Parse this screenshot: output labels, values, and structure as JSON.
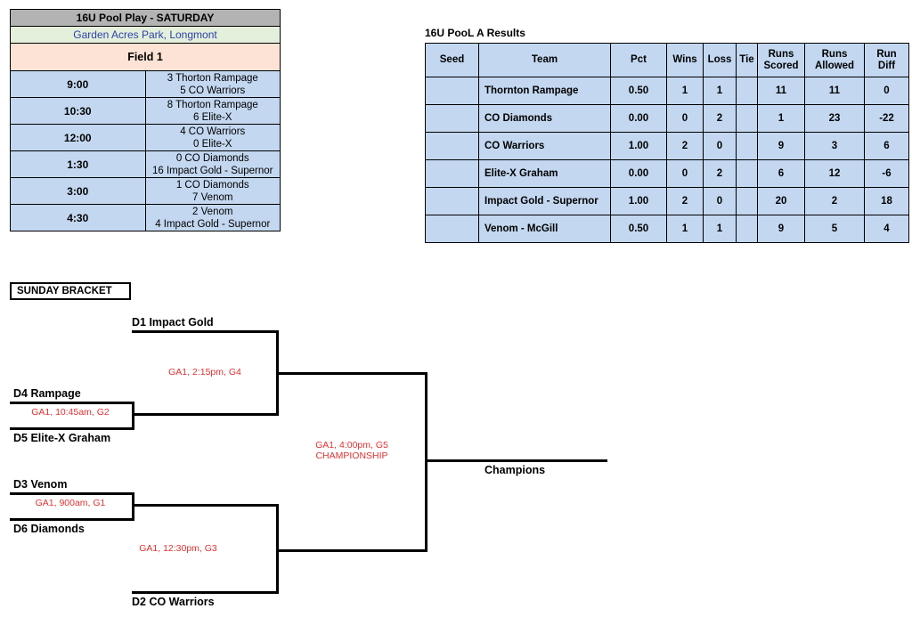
{
  "schedule": {
    "title": "16U Pool Play - SATURDAY",
    "venue": "Garden Acres Park, Longmont",
    "field": "Field 1",
    "rows": [
      {
        "time": "9:00",
        "line1": "3  Thorton Rampage",
        "line2": "5  CO Warriors"
      },
      {
        "time": "10:30",
        "line1": "8  Thorton Rampage",
        "line2": "6  Elite-X"
      },
      {
        "time": "12:00",
        "line1": "4  CO Warriors",
        "line2": "0  Elite-X"
      },
      {
        "time": "1:30",
        "line1": "0  CO Diamonds",
        "line2": "16  Impact Gold - Supernor"
      },
      {
        "time": "3:00",
        "line1": "1  CO Diamonds",
        "line2": "7  Venom"
      },
      {
        "time": "4:30",
        "line1": "2  Venom",
        "line2": "4  Impact Gold - Supernor"
      }
    ]
  },
  "results": {
    "title": "16U PooL A Results",
    "columns": [
      "Seed",
      "Team",
      "Pct",
      "Wins",
      "Loss",
      "Tie",
      "Runs Scored",
      "Runs Allowed",
      "Run Diff"
    ],
    "columns_display": [
      {
        "l1": "Seed",
        "l2": ""
      },
      {
        "l1": "Team",
        "l2": ""
      },
      {
        "l1": "Pct",
        "l2": ""
      },
      {
        "l1": "Wins",
        "l2": ""
      },
      {
        "l1": "Loss",
        "l2": ""
      },
      {
        "l1": "Tie",
        "l2": ""
      },
      {
        "l1": "Runs",
        "l2": "Scored"
      },
      {
        "l1": "Runs",
        "l2": "Allowed"
      },
      {
        "l1": "Run",
        "l2": "Diff"
      }
    ],
    "rows": [
      {
        "seed": "",
        "team": "Thornton Rampage",
        "pct": "0.50",
        "wins": "1",
        "loss": "1",
        "tie": "",
        "rs": "11",
        "ra": "11",
        "rd": "0"
      },
      {
        "seed": "",
        "team": "CO Diamonds",
        "pct": "0.00",
        "wins": "0",
        "loss": "2",
        "tie": "",
        "rs": "1",
        "ra": "23",
        "rd": "-22"
      },
      {
        "seed": "",
        "team": "CO Warriors",
        "pct": "1.00",
        "wins": "2",
        "loss": "0",
        "tie": "",
        "rs": "9",
        "ra": "3",
        "rd": "6"
      },
      {
        "seed": "",
        "team": "Elite-X Graham",
        "pct": "0.00",
        "wins": "0",
        "loss": "2",
        "tie": "",
        "rs": "6",
        "ra": "12",
        "rd": "-6"
      },
      {
        "seed": "",
        "team": "Impact Gold - Supernor",
        "pct": "1.00",
        "wins": "2",
        "loss": "0",
        "tie": "",
        "rs": "20",
        "ra": "2",
        "rd": "18"
      },
      {
        "seed": "",
        "team": "Venom - McGill",
        "pct": "0.50",
        "wins": "1",
        "loss": "1",
        "tie": "",
        "rs": "9",
        "ra": "5",
        "rd": "4"
      }
    ]
  },
  "bracket": {
    "label": "SUNDAY BRACKET",
    "seeds": {
      "d1": "D1  Impact Gold",
      "d4": "D4  Rampage",
      "d5": "D5  Elite-X Graham",
      "d3": "D3  Venom",
      "d6": "D6  Diamonds",
      "d2": "D2  CO Warriors"
    },
    "games": {
      "g2": "GA1, 10:45am, G2",
      "g1": "GA1,  900am, G1",
      "g4": "GA1,  2:15pm, G4",
      "g3": "GA1, 12:30pm, G3",
      "g5_line1": "GA1,   4:00pm, G5",
      "g5_line2": "CHAMPIONSHIP"
    },
    "champions": "Champions"
  },
  "colors": {
    "schedule_title_bg": "#b3b3b3",
    "schedule_venue_bg": "#e4efdc",
    "schedule_venue_text": "#2c42a8",
    "schedule_field_bg": "#fce3d5",
    "table_row_bg": "#c3d7f0",
    "bracket_game_text": "#e03131",
    "line": "#000000"
  }
}
